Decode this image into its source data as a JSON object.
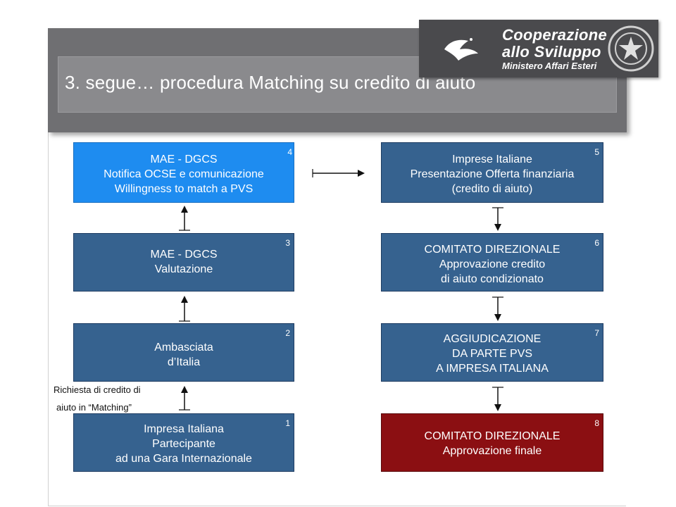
{
  "title": "3. segue… procedura Matching su credito di aiuto",
  "logo": {
    "line1": "Cooperazione",
    "line2": "allo Sviluppo",
    "line3": "Ministero Affari Esteri",
    "dove_icon": "dove-icon",
    "emblem_icon": "italian-emblem-icon"
  },
  "boxes": {
    "b1": {
      "num": "1",
      "l1": "Impresa Italiana",
      "l2": "Partecipante",
      "l3": "ad una Gara Internazionale"
    },
    "b2": {
      "num": "2",
      "l1": "Ambasciata",
      "l2": "d’Italia"
    },
    "b3": {
      "num": "3",
      "l1": "MAE - DGCS",
      "l2": "Valutazione"
    },
    "b4": {
      "num": "4",
      "l1": "MAE - DGCS",
      "l2": "Notifica OCSE e comunicazione",
      "l3": "Willingness to match a PVS"
    },
    "b5": {
      "num": "5",
      "l1": "Imprese Italiane",
      "l2": "Presentazione Offerta finanziaria",
      "l3": "(credito di aiuto)"
    },
    "b6": {
      "num": "6",
      "l1": "COMITATO DIREZIONALE",
      "l2": "Approvazione credito",
      "l3": "di aiuto condizionato"
    },
    "b7": {
      "num": "7",
      "l1": "AGGIUDICAZIONE",
      "l2": "DA PARTE PVS",
      "l3": "A IMPRESA ITALIANA"
    },
    "b8": {
      "num": "8",
      "l1": "COMITATO DIREZIONALE",
      "l2": "Approvazione finale"
    }
  },
  "side_label": {
    "l1": "Richiesta di credito di",
    "l2": "aiuto in “Matching”"
  },
  "colors": {
    "box_blue": "#36628f",
    "box_bright": "#1e8cf0",
    "box_red": "#8b0f12",
    "header": "#6f6f72"
  }
}
